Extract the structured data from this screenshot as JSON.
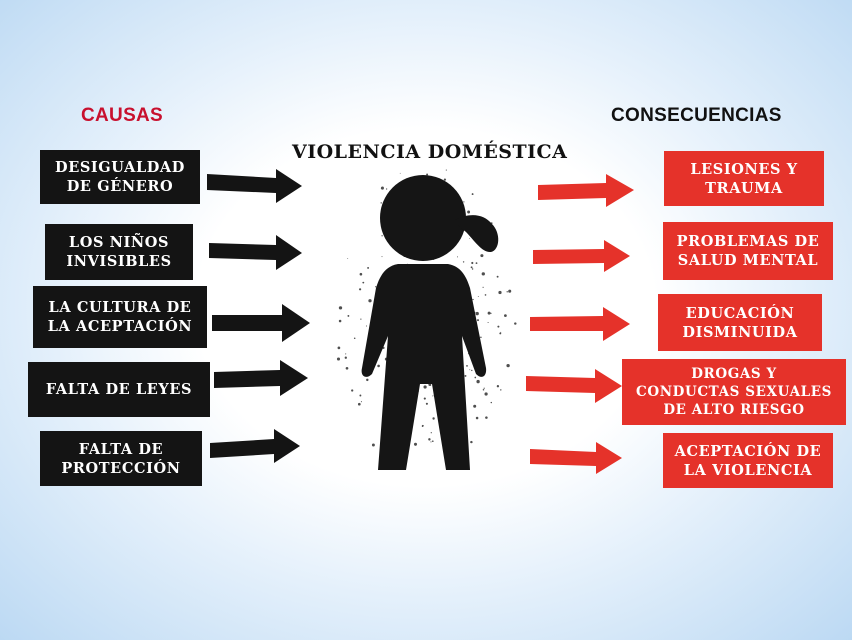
{
  "title": "VIOLENCIA DOMÉSTICA",
  "causes_heading": "CAUSAS",
  "consequences_heading": "CONSECUENCIAS",
  "causes": [
    {
      "line1": "DESIGUALDAD",
      "line2": "DE GÉNERO"
    },
    {
      "line1": "LOS NIÑOS",
      "line2": "INVISIBLES"
    },
    {
      "line1": "LA CULTURA DE",
      "line2": "LA ACEPTACIÓN"
    },
    {
      "line1": "FALTA DE LEYES",
      "line2": ""
    },
    {
      "line1": "FALTA DE",
      "line2": "PROTECCIÓN"
    }
  ],
  "consequences": [
    {
      "line1": "LESIONES Y",
      "line2": "TRAUMA",
      "line3": ""
    },
    {
      "line1": "PROBLEMAS DE",
      "line2": "SALUD MENTAL",
      "line3": ""
    },
    {
      "line1": "EDUCACIÓN",
      "line2": "DISMINUIDA",
      "line3": ""
    },
    {
      "line1": "DROGAS Y",
      "line2": "CONDUCTAS SEXUALES",
      "line3": "DE ALTO RIESGO"
    },
    {
      "line1": "ACEPTACIÓN DE",
      "line2": "LA VIOLENCIA",
      "line3": ""
    }
  ],
  "colors": {
    "causes_heading": "#c8102e",
    "cause_box": "#141414",
    "consequence_box": "#e5322a",
    "figure": "#151515"
  },
  "icons": {
    "center": "child-figure-icon",
    "cause_arrow": "arrow-right-icon",
    "consequence_arrow": "arrow-right-icon"
  }
}
